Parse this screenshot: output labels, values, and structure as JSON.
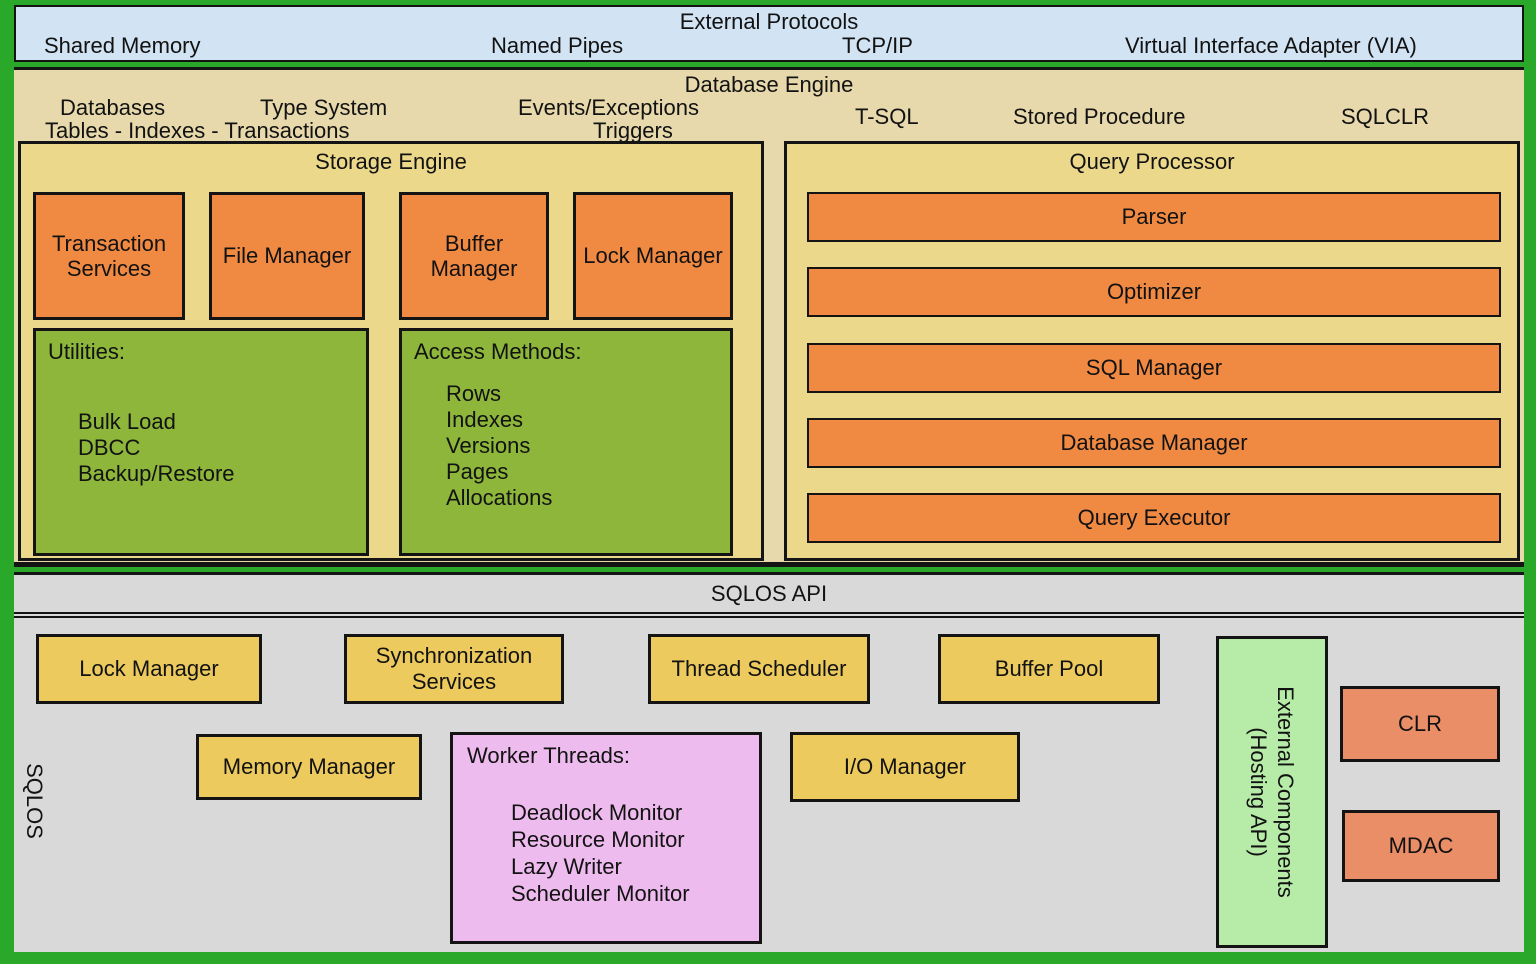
{
  "external_protocols": {
    "title": "External Protocols",
    "items": [
      "Shared Memory",
      "Named Pipes",
      "TCP/IP",
      "Virtual Interface Adapter (VIA)"
    ]
  },
  "database_engine": {
    "title": "Database Engine",
    "labels": {
      "databases": "Databases",
      "tables": "Tables - Indexes - Transactions",
      "type_system": "Type System",
      "events": "Events/Exceptions",
      "triggers": "Triggers",
      "tsql": "T-SQL",
      "stored_procedure": "Stored Procedure",
      "sqlclr": "SQLCLR"
    },
    "storage_engine": {
      "title": "Storage Engine",
      "managers": [
        "Transaction Services",
        "File Manager",
        "Buffer Manager",
        "Lock Manager"
      ],
      "utilities": {
        "title": "Utilities:",
        "items": [
          "Bulk Load",
          "DBCC",
          "Backup/Restore"
        ]
      },
      "access_methods": {
        "title": "Access Methods:",
        "items": [
          "Rows",
          "Indexes",
          "Versions",
          "Pages",
          "Allocations"
        ]
      }
    },
    "query_processor": {
      "title": "Query Processor",
      "stages": [
        "Parser",
        "Optimizer",
        "SQL Manager",
        "Database Manager",
        "Query Executor"
      ]
    }
  },
  "sqlos": {
    "api_title": "SQLOS API",
    "side_label": "SQLOS",
    "lock_manager": "Lock Manager",
    "synchronization_services": "Synchronization Services",
    "thread_scheduler": "Thread Scheduler",
    "buffer_pool": "Buffer Pool",
    "memory_manager": "Memory Manager",
    "io_manager": "I/O Manager",
    "worker_threads": {
      "title": "Worker Threads:",
      "items": [
        "Deadlock Monitor",
        "Resource Monitor",
        "Lazy Writer",
        "Scheduler Monitor"
      ]
    },
    "external_components": {
      "line1": "External Components",
      "line2": "(Hosting API)"
    },
    "clr": "CLR",
    "mdac": "MDAC"
  },
  "colors": {
    "frame_green": "#2aa82a",
    "protocols_blue": "#d2e3f3",
    "db_area_tan": "#e7d9ab",
    "engine_box_tan": "#ecd88b",
    "component_orange": "#f08a42",
    "list_olive_green": "#8db63b",
    "sqlos_gray": "#d9d9d9",
    "sqlos_yellow": "#ecca5d",
    "worker_pink": "#eebbee",
    "hosting_light_green": "#b6eca8",
    "clr_salmon": "#e98e66",
    "border_black": "#141414"
  }
}
